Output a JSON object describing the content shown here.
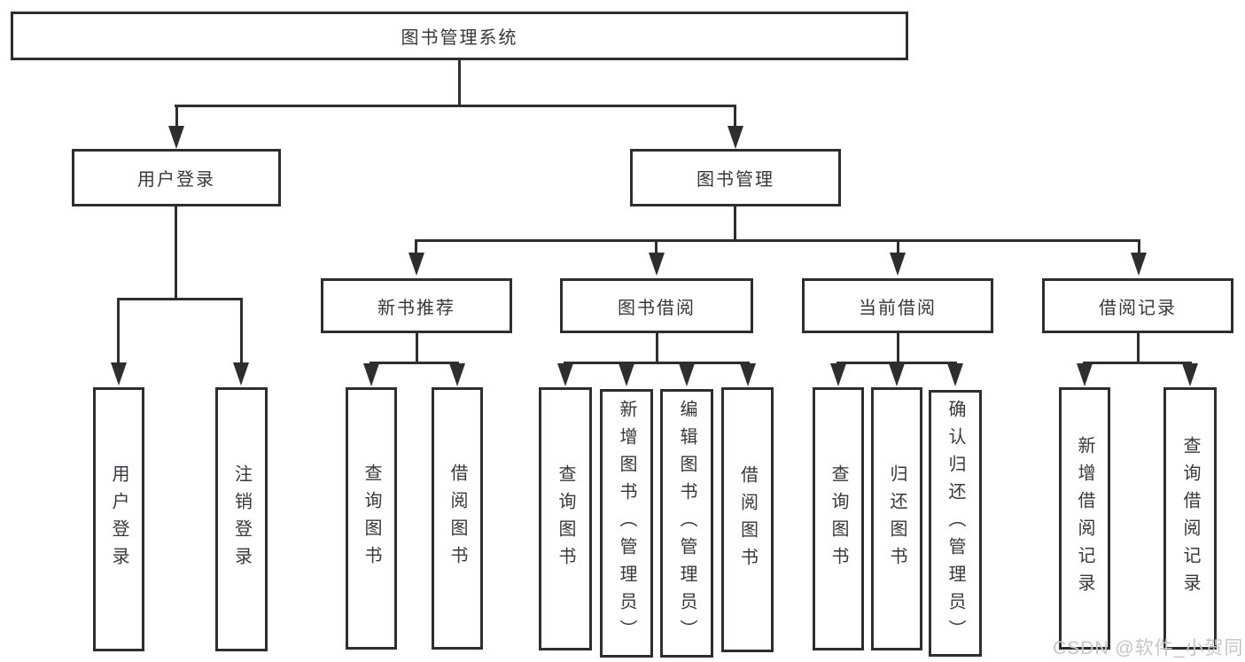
{
  "diagram_title": "图书管理系统",
  "tree": {
    "root": {
      "label": "图书管理系统"
    },
    "branches": [
      {
        "label": "用户登录",
        "children": [
          {
            "label": "用户登录"
          },
          {
            "label": "注销登录"
          }
        ]
      },
      {
        "label": "图书管理",
        "children": [
          {
            "label": "新书推荐",
            "children": [
              {
                "label": "查询图书"
              },
              {
                "label": "借阅图书"
              }
            ]
          },
          {
            "label": "图书借阅",
            "children": [
              {
                "label": "查询图书"
              },
              {
                "label": "新增图书（管理员）"
              },
              {
                "label": "编辑图书（管理员）"
              },
              {
                "label": "借阅图书"
              }
            ]
          },
          {
            "label": "当前借阅",
            "children": [
              {
                "label": "查询图书"
              },
              {
                "label": "归还图书"
              },
              {
                "label": "确认归还（管理员）"
              }
            ]
          },
          {
            "label": "借阅记录",
            "children": [
              {
                "label": "新增借阅记录"
              },
              {
                "label": "查询借阅记录"
              }
            ]
          }
        ]
      }
    ]
  },
  "watermark": {
    "text": "CSDN @软件_小贺同学"
  },
  "colors": {
    "line": "#2e2e2e",
    "text": "#38383c",
    "background": "#ffffff",
    "watermark": "#c6c6c6"
  }
}
